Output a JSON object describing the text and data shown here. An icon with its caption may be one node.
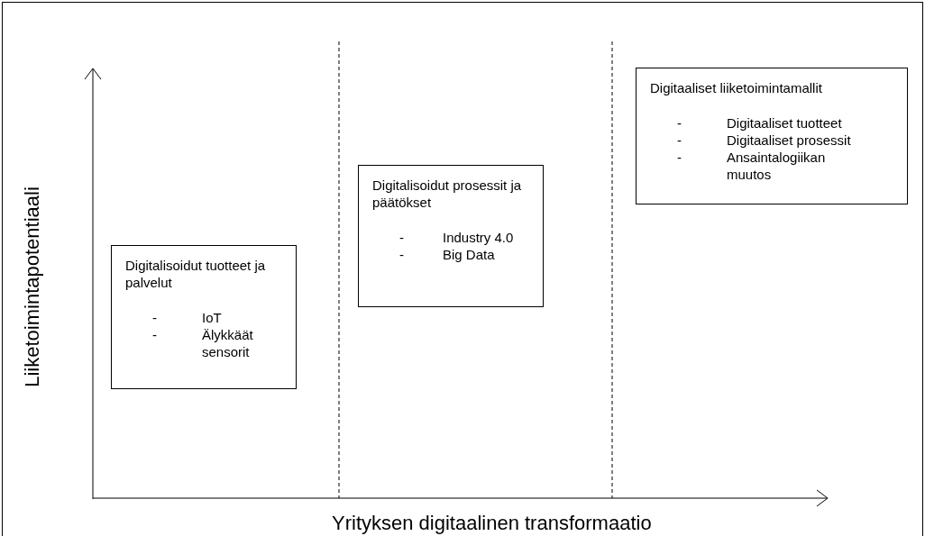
{
  "diagram": {
    "nodes": [
      {
        "text": [
          "Digitalisoidut tuotteet ja palvelut",
          "-",
          "IoT",
          "-",
          "Älykkäät sensorit"
        ]
      },
      {
        "text": [
          "Digitalisoidut prosessit ja päätökset",
          "-",
          "Industry 4.0",
          "-",
          "Big Data"
        ]
      },
      {
        "text": [
          "Digitaaliset liiketoimintamallit",
          "-",
          "Digitaaliset tuotteet",
          "-",
          "Digitaaliset prosessit",
          "-",
          "Ansaintalogiikan muutos"
        ]
      }
    ],
    "edges": [],
    "labels": [
      "Liiketoimintapotentiaali",
      "Yrityksen digitaalinen transformaatio"
    ]
  }
}
